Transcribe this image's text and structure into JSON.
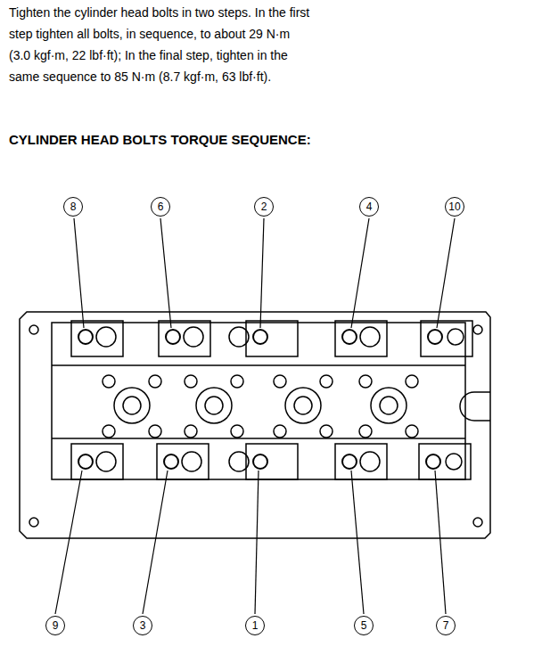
{
  "diagram": {
    "title": "CYLINDER HEAD BOLTS TORQUE SEQUENCE:",
    "labels": [
      "Tighten the cylinder head bolts in two steps. In the first step tighten all bolts, in sequence, to about 29 N·m (3.0 kgf·m, 22 lbf·ft); In the final step, tighten in the same sequence to 85 N·m (8.7 kgf·m, 63 lbf·ft).",
      "8",
      "6",
      "2",
      "4",
      "10",
      "9",
      "3",
      "1",
      "5",
      "7"
    ]
  }
}
